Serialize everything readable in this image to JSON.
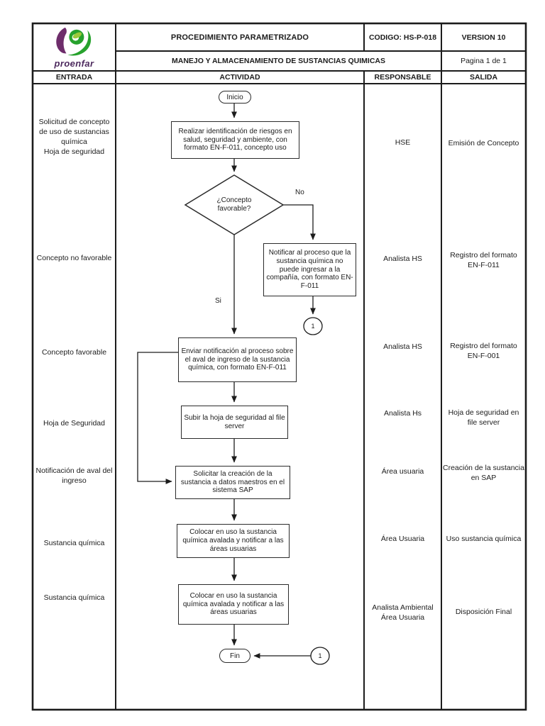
{
  "document": {
    "logo": {
      "brand": "proenfar"
    },
    "header": {
      "title": "PROCEDIMIENTO PARAMETRIZADO",
      "codigo": "CODIGO: HS-P-018",
      "version": "VERSION 10",
      "subtitle": "MANEJO Y ALMACENAMIENTO DE SUSTANCIAS QUIMICAS",
      "page": "Pagina 1 de 1"
    },
    "columns": {
      "entrada": "ENTRADA",
      "actividad": "ACTIVIDAD",
      "responsable": "RESPONSABLE",
      "salida": "SALIDA"
    }
  },
  "entrada": {
    "item1_line1": "Solicitud de concepto de uso de sustancias química",
    "item1_line2": "Hoja de seguridad",
    "item2": "Concepto no favorable",
    "item3": "Concepto favorable",
    "item4": "Hoja de Seguridad",
    "item5": "Notificación de aval del ingreso",
    "item6": "Sustancia química",
    "item7": "Sustancia química"
  },
  "responsable": {
    "item1": "HSE",
    "item2": "Analista HS",
    "item3": "Analista HS",
    "item4": "Analista Hs",
    "item5": "Área usuaria",
    "item6": "Área Usuaria",
    "item7_line1": "Analista Ambiental",
    "item7_line2": "Área Usuaria"
  },
  "salida": {
    "item1": "Emisión de Concepto",
    "item2": "Registro del formato EN-F-011",
    "item3": "Registro del formato EN-F-001",
    "item4": "Hoja de seguridad en file server",
    "item5": "Creación de la sustancia en SAP",
    "item6": "Uso sustancia química",
    "item7": "Disposición Final"
  },
  "flow": {
    "start": "Inicio",
    "step_realizar": "Realizar identificación de riesgos en salud, seguridad y ambiente, con formato EN-F-011, concepto uso",
    "decision": "¿Concepto favorable?",
    "branch_no": "No",
    "branch_si": "Si",
    "step_notificar": "Notificar al proceso que la sustancia química no puede ingresar a la compañía, con formato EN-F-011",
    "connector_top": "1",
    "step_enviar": "Enviar notificación al proceso sobre el aval de ingreso de la sustancia química, con formato EN-F-011",
    "step_subir": "Subir la hoja de seguridad al file server",
    "step_solicitar": "Solicitar la creación de la sustancia a datos maestros en el sistema SAP",
    "step_colocar_uso": "Colocar en uso la sustancia química avalada y notificar a las áreas usuarias",
    "step_colocar_disposicion": "Colocar en uso la sustancia química avalada y notificar a las áreas usuarias",
    "end": "Fin",
    "connector_end": "1"
  },
  "colors": {
    "logo_purple": "#6e2d6b",
    "logo_green": "#27a22d",
    "logo_light_green": "#9dc93a",
    "line": "#1c1c1c"
  }
}
